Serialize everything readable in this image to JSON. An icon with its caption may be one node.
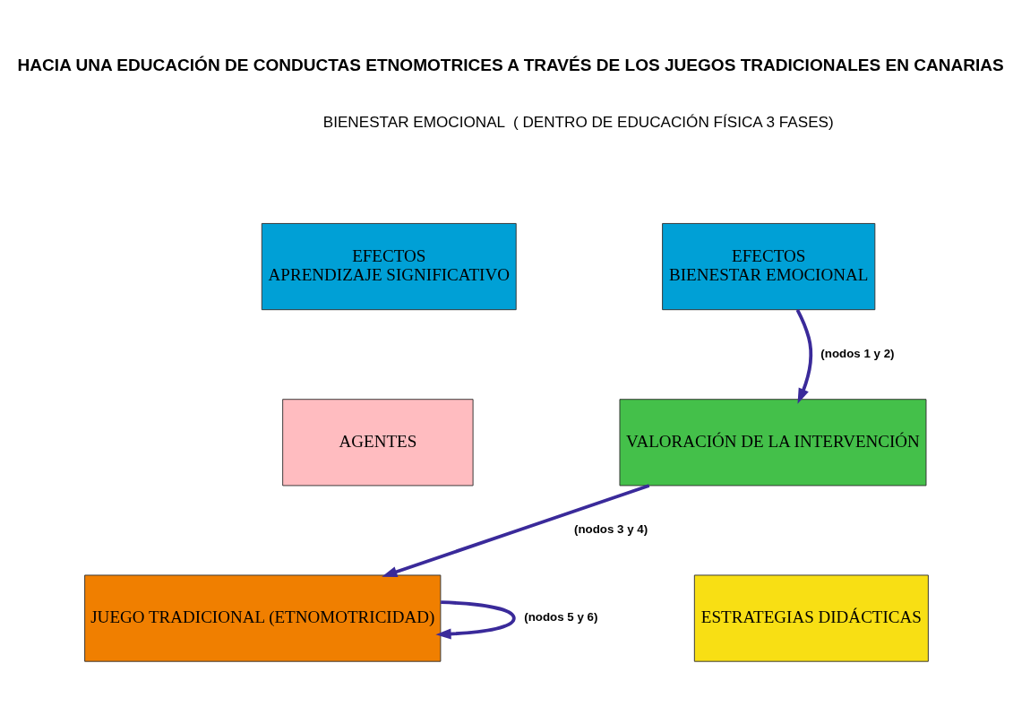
{
  "diagram": {
    "title": "HACIA UNA EDUCACIÓN DE CONDUCTAS ETNOMOTRICES A TRAVÉS DE LOS JUEGOS TRADICIONALES EN CANARIAS",
    "nodes": [
      {
        "text": [
          "EFECTOS",
          "APRENDIZAJE SIGNIFICATIVO"
        ]
      },
      {
        "text": [
          "EFECTOS",
          "BIENESTAR EMOCIONAL"
        ]
      },
      {
        "text": [
          "AGENTES"
        ]
      },
      {
        "text": [
          "VALORACIÓN DE LA INTERVENCIÓN"
        ]
      },
      {
        "text": [
          "JUEGO TRADICIONAL (ETNOMOTRICIDAD)"
        ]
      },
      {
        "text": [
          "ESTRATEGIAS DIDÁCTICAS"
        ]
      }
    ],
    "edges": [
      {
        "from": 1,
        "to": 3,
        "arrow": "to",
        "label": "(nodos 1 y 2)"
      },
      {
        "from": 3,
        "to": 4,
        "arrow": "to",
        "label": "(nodos 3 y 4)"
      },
      {
        "from": 4,
        "to": 4,
        "arrow": "to",
        "label": "(nodos 5 y 6)"
      }
    ],
    "labels": [
      "BIENESTAR EMOCIONAL  ( DENTRO DE EDUCACIÓN FÍSICA 3 FASES)"
    ]
  }
}
